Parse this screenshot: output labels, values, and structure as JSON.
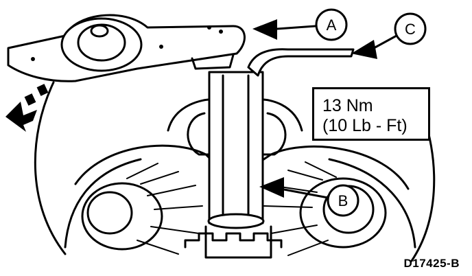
{
  "callouts": {
    "a": "A",
    "b": "B",
    "c": "C"
  },
  "torque_spec": {
    "metric": "13 Nm",
    "imperial": "(10 Lb - Ft)"
  },
  "figure_id": "D17425-B",
  "colors": {
    "ink": "#000000",
    "paper": "#ffffff"
  },
  "icons": [
    "rotation-direction-arrow-icon",
    "leader-arrow-icon"
  ]
}
